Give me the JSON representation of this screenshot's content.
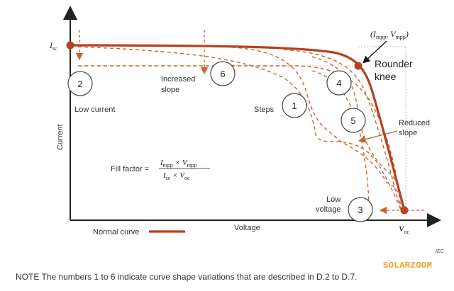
{
  "axes": {
    "x_label": "Voltage",
    "y_label": "Current",
    "isc_label": "I",
    "isc_sub": "sc",
    "voc_label": "V",
    "voc_sub": "oc"
  },
  "mpp": {
    "label_I": "I",
    "label_I_sub": "mpp",
    "label_V": "V",
    "label_V_sub": "mpp",
    "rounder_knee_line1": "Rounder",
    "rounder_knee_line2": "knee"
  },
  "annotations": {
    "low_current": "Low current",
    "increased_slope_line1": "Increased",
    "increased_slope_line2": "slope",
    "steps": "Steps",
    "reduced_slope_line1": "Reduced",
    "reduced_slope_line2": "slope",
    "low_voltage_line1": "Low",
    "low_voltage_line2": "voltage"
  },
  "markers": [
    "1",
    "2",
    "3",
    "4",
    "5",
    "6"
  ],
  "fill_factor": {
    "label": "Fill factor =",
    "numerator_I": "I",
    "numerator_I_sub": "mpp",
    "numerator_V": "V",
    "numerator_V_sub": "mpp",
    "denominator_I": "I",
    "denominator_I_sub": "sc",
    "denominator_V": "V",
    "denominator_V_sub": "oc",
    "times": "×"
  },
  "legend": {
    "normal_curve": "Normal curve"
  },
  "footer": {
    "iec": "IEC",
    "brand": "SOLARZOOM",
    "note": "NOTE The numbers 1 to 6 indicate curve shape variations that are described in D.2 to D.7."
  },
  "colors": {
    "curve": "#b5411d",
    "dashed": "#c9622e",
    "axis": "#222222",
    "brand": "#f0a020"
  }
}
